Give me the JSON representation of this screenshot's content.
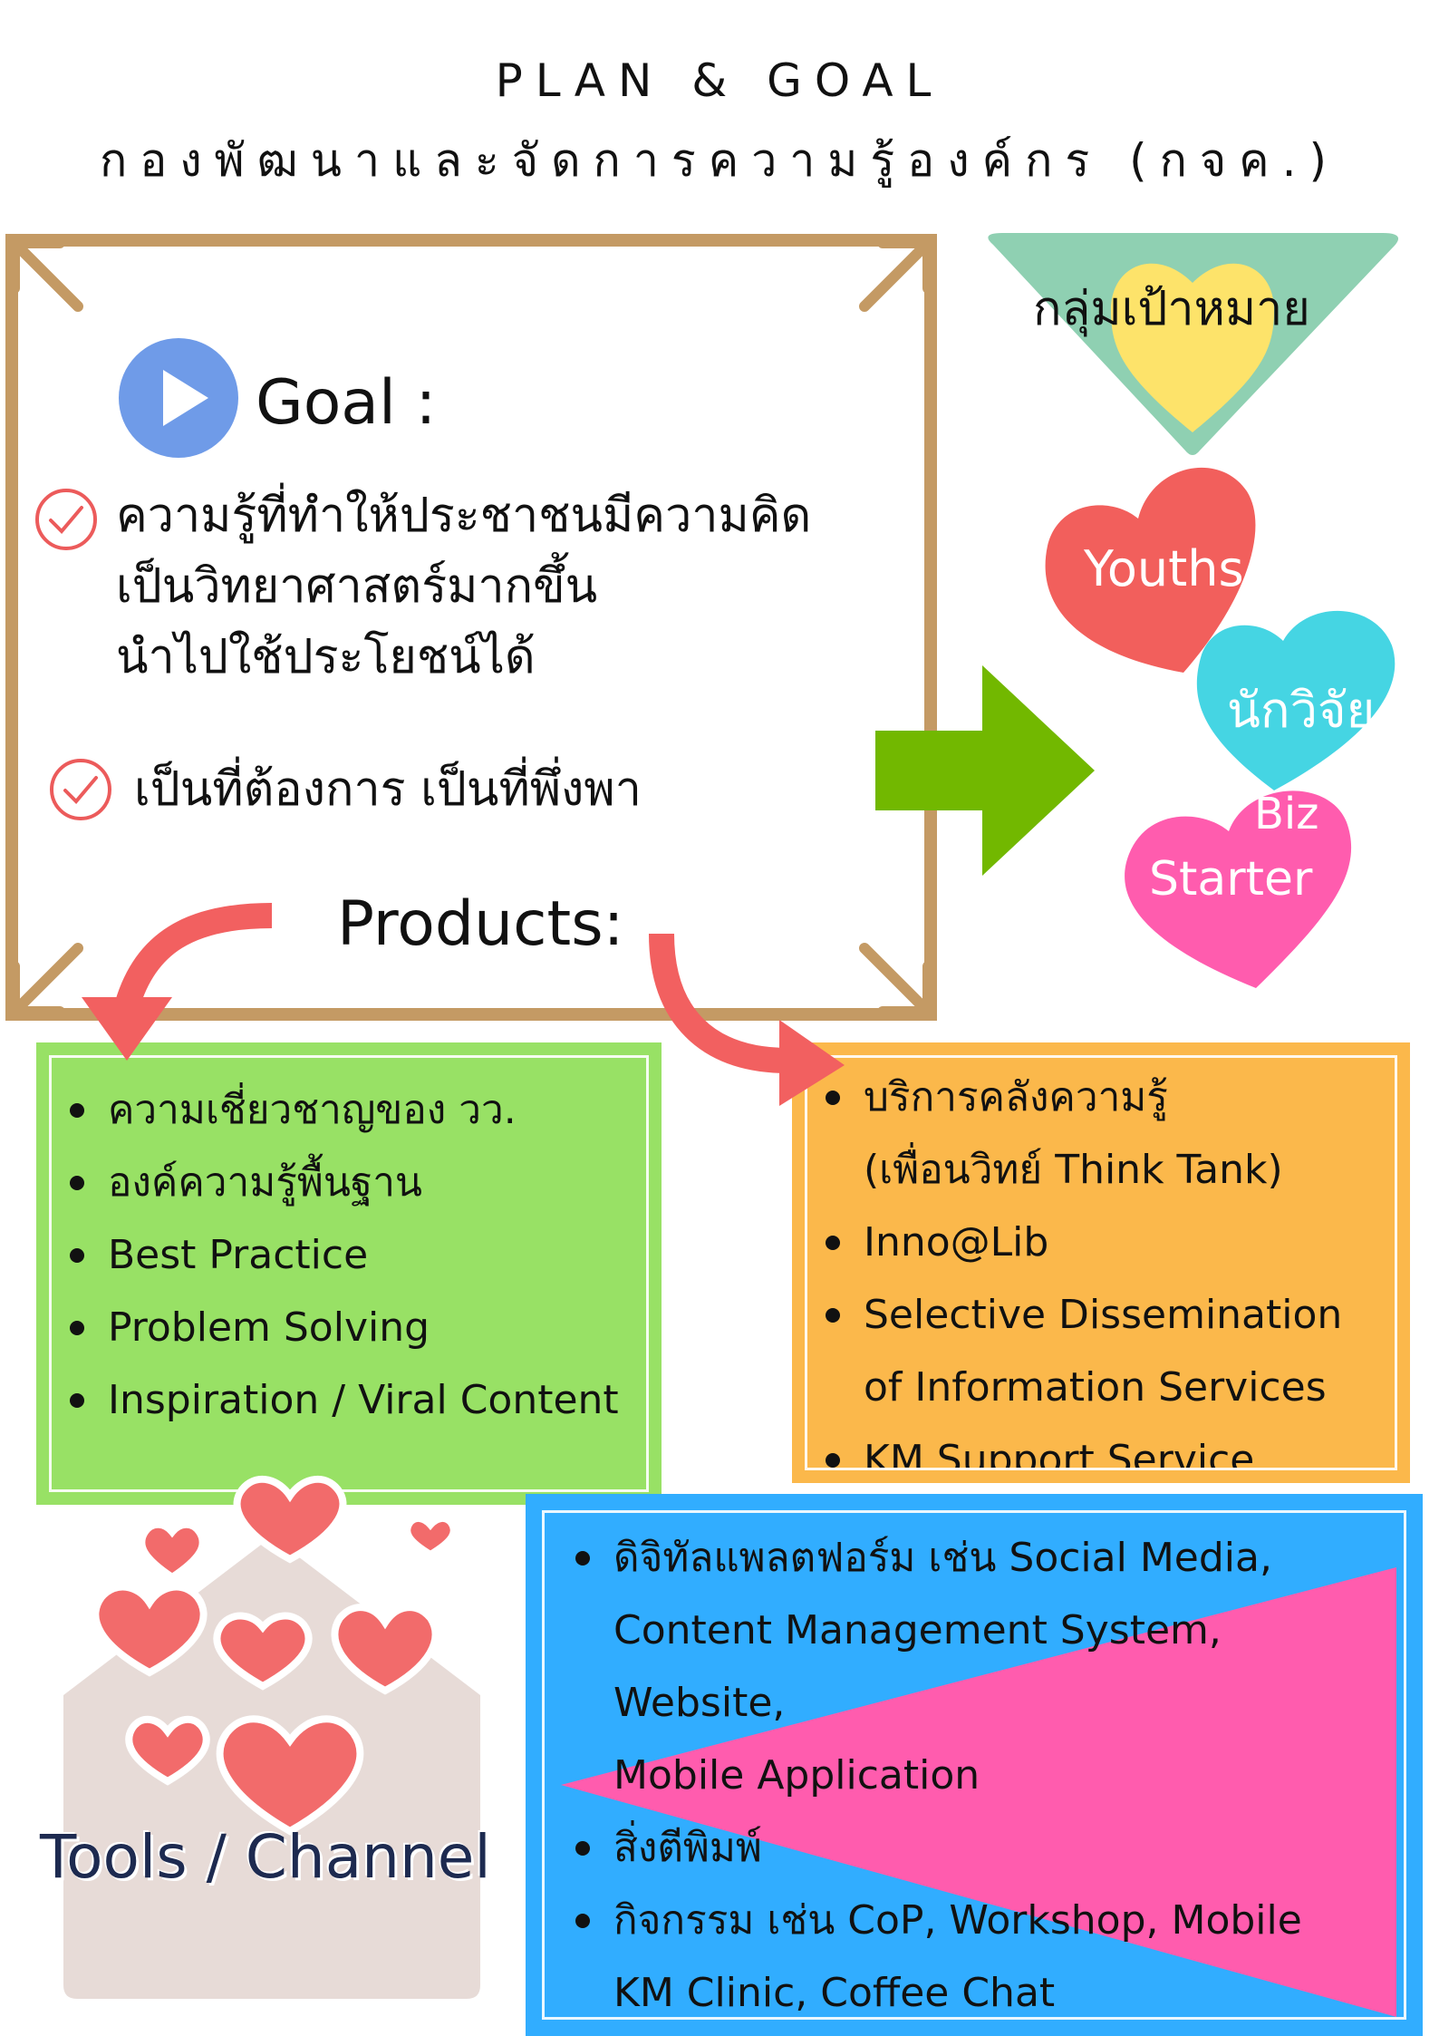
{
  "header": {
    "title_en": "PLAN & GOAL",
    "title_th": "กองพัฒนาและจัดการความรู้องค์กร (กจค.)"
  },
  "goal": {
    "label": "Goal :",
    "items": [
      [
        "ความรู้ที่ทำให้ประชาชนมีความคิด",
        "เป็นวิทยาศาสตร์มากขึ้น",
        "นำไปใช้ประโยชน์ได้"
      ],
      [
        "เป็นที่ต้องการ เป็นที่พึ่งพา"
      ]
    ]
  },
  "products": {
    "label": "Products:",
    "left": [
      "ความเชี่ยวชาญของ วว.",
      "องค์ความรู้พื้นฐาน",
      "Best Practice",
      "Problem Solving",
      "Inspiration / Viral Content"
    ],
    "right": [
      {
        "lines": [
          "บริการคลังความรู้",
          "(เพื่อนวิทย์ Think Tank)"
        ]
      },
      {
        "lines": [
          "Inno@Lib"
        ]
      },
      {
        "lines": [
          "Selective Dissemination",
          "of Information Services"
        ]
      },
      {
        "lines": [
          "KM Support Service"
        ]
      }
    ]
  },
  "target": {
    "label": "กลุ่มเป้าหมาย",
    "groups": [
      "Youths",
      "นักวิจัย",
      "Biz",
      "Starter"
    ]
  },
  "tools": {
    "label": "Tools / Channel",
    "items": [
      {
        "lines": [
          "ดิจิทัลแพลตฟอร์ม เช่น Social Media,",
          "Content Management System, Website,",
          "Mobile Application"
        ]
      },
      {
        "lines": [
          "สิ่งตีพิมพ์"
        ]
      },
      {
        "lines": [
          "กิจกรรม เช่น CoP, Workshop, Mobile",
          "KM Clinic, Coffee Chat"
        ]
      }
    ]
  },
  "colors": {
    "frame": "#c49a64",
    "play": "#6f9be8",
    "check": "#ec5b5b",
    "arrow_green": "#72b800",
    "arrow_red": "#f26060",
    "green_box": "#98e165",
    "orange_box": "#fbb84b",
    "blue_box": "#31adff",
    "pink_triangle": "#ff5cae",
    "heart_red": "#f25f5c",
    "heart_cyan": "#45d5e3",
    "heart_pink": "#ff5cae",
    "heart_yellow": "#fde36a",
    "triangle_teal": "#8fd0b2",
    "envelope": "#e7dbd7"
  }
}
